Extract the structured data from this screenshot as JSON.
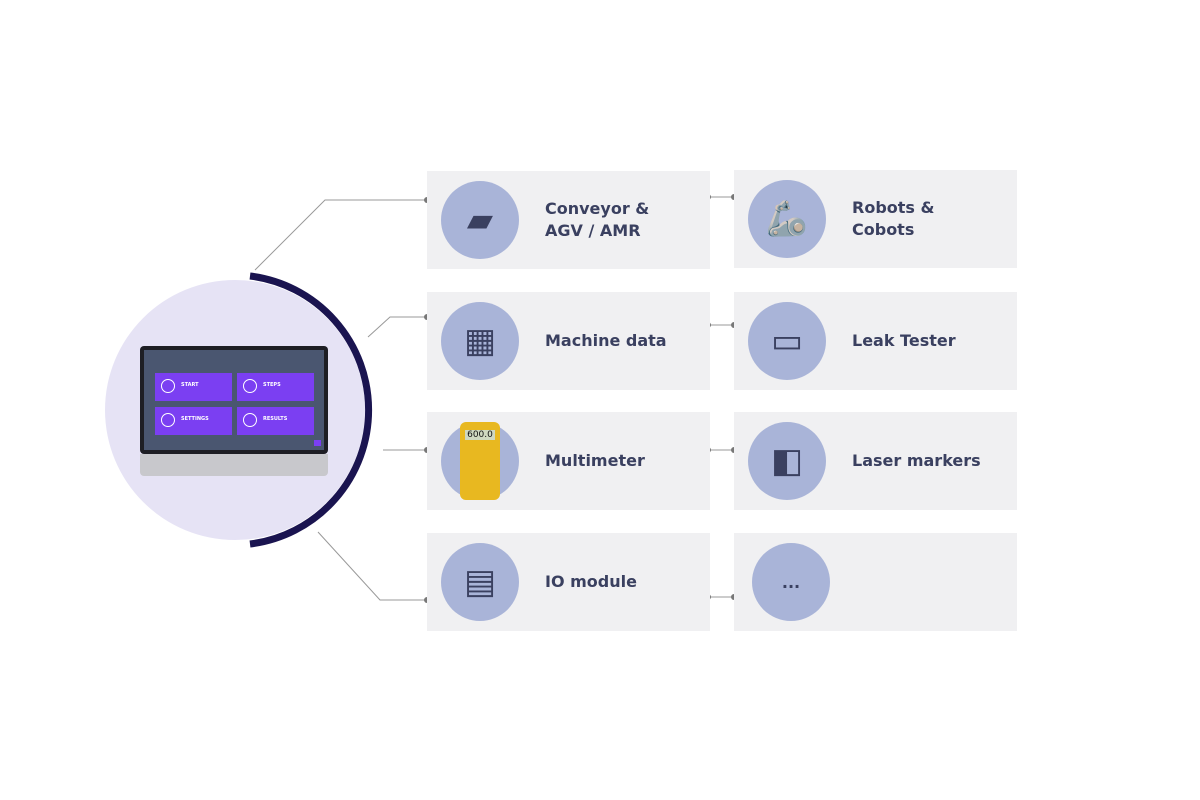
{
  "monitor": {
    "tiles": [
      "START",
      "STEPS",
      "SETTINGS",
      "RESULTS"
    ]
  },
  "cards": [
    {
      "label": "Conveyor &\nAGV / AMR",
      "icon": "agv-icon"
    },
    {
      "label": "Robots &\nCobots",
      "icon": "robot-arm-icon"
    },
    {
      "label": "Machine data",
      "icon": "cnc-machine-icon"
    },
    {
      "label": "Leak Tester",
      "icon": "leak-tester-icon"
    },
    {
      "label": "Multimeter",
      "icon": "multimeter-icon"
    },
    {
      "label": "Laser markers",
      "icon": "laser-marker-icon"
    },
    {
      "label": "IO module",
      "icon": "io-module-icon"
    },
    {
      "label": "",
      "icon": "more-icon",
      "icon_text": "..."
    }
  ],
  "multimeter_display": "600.0",
  "colors": {
    "arc": "#1a1450",
    "circle": "#e6e3f5",
    "icon_bg": "#a9b4d8",
    "tile": "#7b3ff2"
  }
}
